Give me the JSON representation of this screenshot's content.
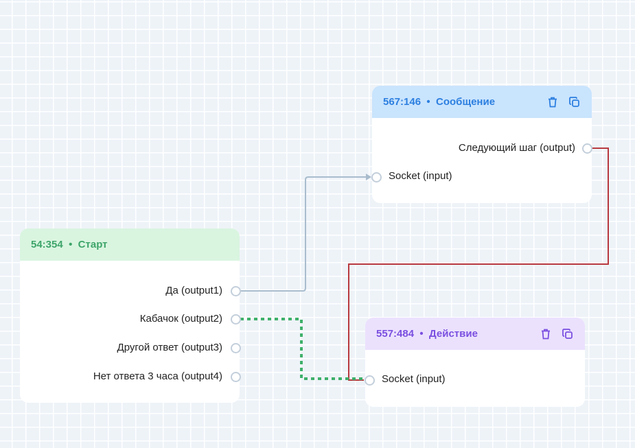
{
  "nodes": {
    "start": {
      "id": "54:354",
      "title": "Старт",
      "color": "#3ea56a",
      "header_bg": "#d9f5e0",
      "outputs": [
        "Да (output1)",
        "Кабачок (output2)",
        "Другой ответ (output3)",
        "Нет ответа 3 часа (output4)"
      ]
    },
    "message": {
      "id": "567:146",
      "title": "Сообщение",
      "color": "#2c7fe0",
      "header_bg": "#c9e4fd",
      "output": "Следующий шаг (output)",
      "input": "Socket (input)"
    },
    "action": {
      "id": "557:484",
      "title": "Действие",
      "color": "#7a4fe0",
      "header_bg": "#ebe1fd",
      "input": "Socket (input)"
    }
  },
  "sep": "•",
  "icons": [
    "trash-icon",
    "copy-icon"
  ],
  "edge_colors": {
    "gray": "#a9bccd",
    "red": "#b8393f",
    "green": "#3fb06b"
  }
}
